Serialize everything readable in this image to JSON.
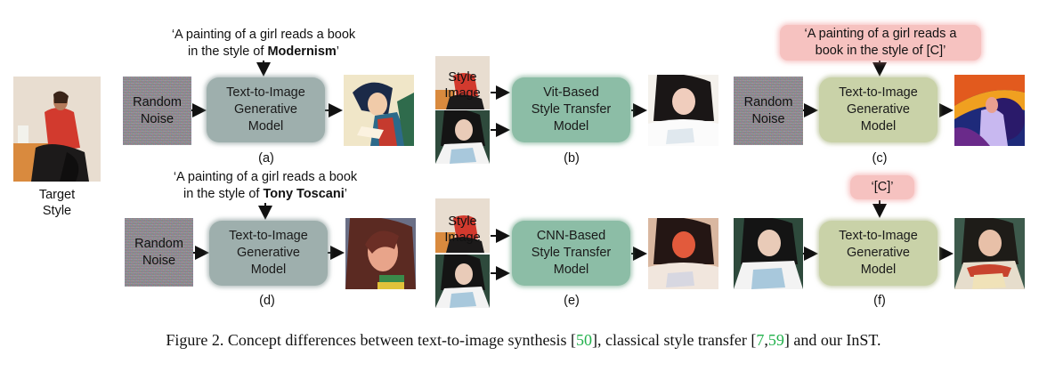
{
  "target": {
    "line1": "Target",
    "line2": "Style"
  },
  "panel_a": {
    "prompt_prefix": "‘A painting of a girl reads a book",
    "prompt_mid": "in the style of ",
    "prompt_style": "Modernism",
    "prompt_suffix": "’",
    "noise": [
      "Random",
      "Noise"
    ],
    "model": [
      "Text-to-Image",
      "Generative",
      "Model"
    ],
    "label": "(a)"
  },
  "panel_b": {
    "style_image": [
      "Style",
      "Image"
    ],
    "model": [
      "Vit-Based",
      "Style Transfer",
      "Model"
    ],
    "label": "(b)"
  },
  "panel_c": {
    "prompt": [
      "‘A painting of a girl reads a",
      "book in the style of [C]’"
    ],
    "noise": [
      "Random",
      "Noise"
    ],
    "model": [
      "Text-to-Image",
      "Generative",
      "Model"
    ],
    "label": "(c)"
  },
  "panel_d": {
    "prompt_prefix": "‘A painting of a girl reads a book",
    "prompt_mid": "in the style of ",
    "prompt_style": "Tony Toscani",
    "prompt_suffix": "’",
    "noise": [
      "Random",
      "Noise"
    ],
    "model": [
      "Text-to-Image",
      "Generative",
      "Model"
    ],
    "label": "(d)"
  },
  "panel_e": {
    "style_image": [
      "Style",
      "Image"
    ],
    "model": [
      "CNN-Based",
      "Style Transfer",
      "Model"
    ],
    "label": "(e)"
  },
  "panel_f": {
    "prompt": "‘[C]’",
    "model": [
      "Text-to-Image",
      "Generative",
      "Model"
    ],
    "label": "(f)"
  },
  "caption": {
    "text": "Figure 2. Concept differences between text-to-image synthesis ",
    "cite1": "50",
    "mid": ", classical style transfer ",
    "cite2a": "7",
    "cite2b": "59",
    "end": " and our InST."
  }
}
